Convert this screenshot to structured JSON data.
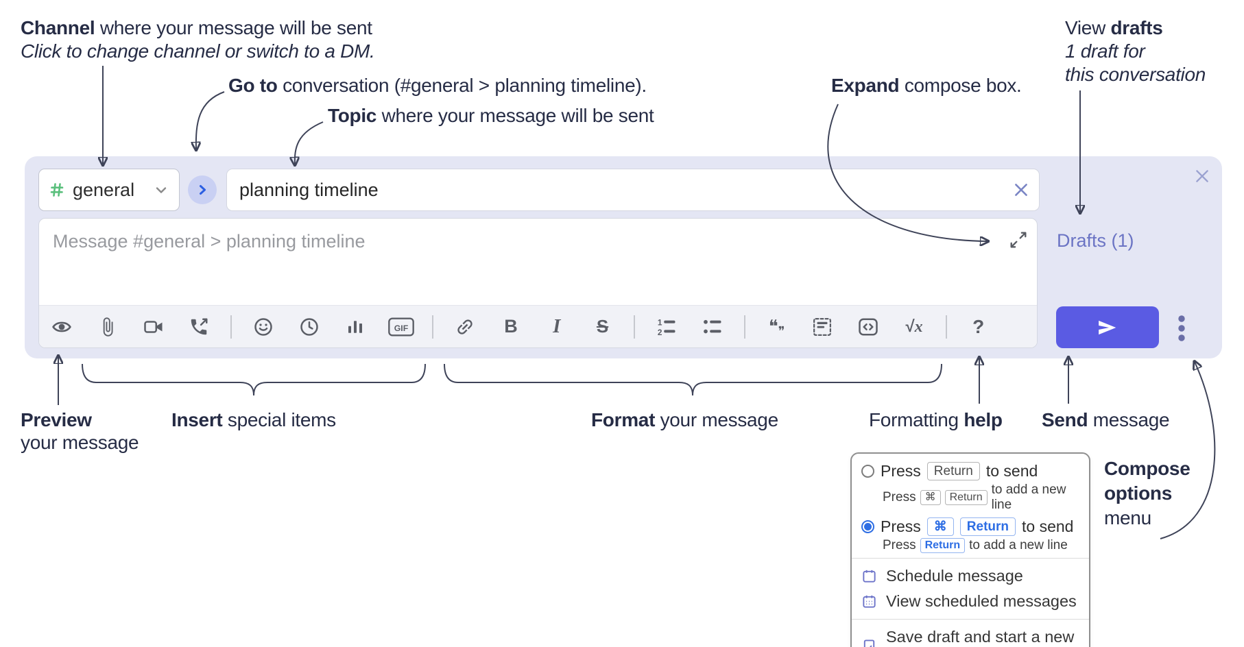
{
  "annotations": {
    "channel_line1_bold": "Channel",
    "channel_line1_rest": " where your message will be sent",
    "channel_line2": "Click to change channel or switch to a DM.",
    "goto_bold": "Go to",
    "goto_rest": " conversation (#general > planning timeline).",
    "topic_bold": "Topic",
    "topic_rest": " where your message will be sent",
    "expand_bold": "Expand",
    "expand_rest": " compose box.",
    "drafts_line1_pre": "View ",
    "drafts_line1_bold": "drafts",
    "drafts_line2": "1 draft for",
    "drafts_line3": "this conversation",
    "preview_bold": "Preview",
    "preview_line2": "your message",
    "insert_bold": "Insert",
    "insert_rest": " special items",
    "format_bold": "Format",
    "format_rest": " your message",
    "help_pre": "Formatting ",
    "help_bold": "help",
    "send_bold": "Send",
    "send_rest": " message",
    "compose_opts_line1": "Compose",
    "compose_opts_line2": "options",
    "compose_opts_line3": "menu"
  },
  "compose": {
    "channel_name": "general",
    "topic_value": "planning timeline",
    "message_placeholder": "Message #general > planning timeline",
    "drafts_link": "Drafts (1)",
    "gif_label": "GIF",
    "toolbar_icons": [
      "preview-eye-icon",
      "attach-paperclip-icon",
      "video-call-icon",
      "voice-call-icon",
      "divider",
      "emoji-icon",
      "time-icon",
      "poll-icon",
      "gif-icon",
      "divider",
      "link-icon",
      "bold-icon",
      "italic-icon",
      "strikethrough-icon",
      "divider",
      "numbered-list-icon",
      "bulleted-list-icon",
      "divider",
      "quote-icon",
      "spoiler-icon",
      "code-icon",
      "math-icon",
      "divider",
      "help-icon"
    ]
  },
  "popup": {
    "opt1_pre": "Press",
    "opt1_key1": "Return",
    "opt1_post": "to send",
    "opt1_sub_pre": "Press",
    "opt1_sub_key1": "⌘",
    "opt1_sub_key2": "Return",
    "opt1_sub_post": "to add a new line",
    "opt2_pre": "Press",
    "opt2_key1": "⌘",
    "opt2_key2": "Return",
    "opt2_post": "to send",
    "opt2_sub_pre": "Press",
    "opt2_sub_key1": "Return",
    "opt2_sub_post": "to add a new line",
    "item_schedule": "Schedule message",
    "item_view_scheduled": "View scheduled messages",
    "item_save_draft": "Save draft and start a new message"
  },
  "colors": {
    "annotation_ink": "#262c45",
    "container_bg": "#e4e6f4",
    "send_accent": "#5a5be3",
    "drafts_purple": "#6b74c4",
    "hash_green": "#5abf7c",
    "kbd_blue": "#2e6ee4",
    "menu_icon_purple": "#6d74c9"
  }
}
